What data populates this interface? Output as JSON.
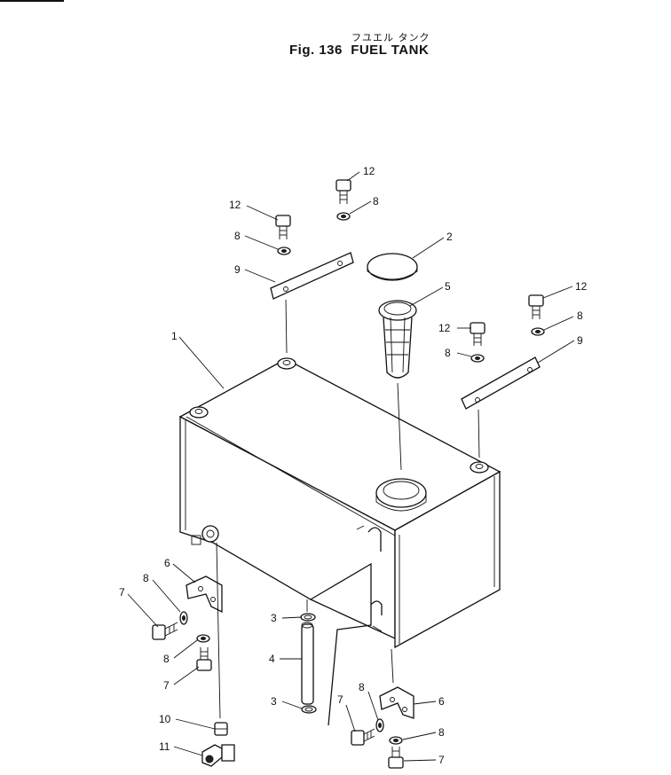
{
  "header": {
    "title_jp": "フユエル タンク",
    "title_en": "Fig. 136  FUEL TANK"
  },
  "callouts": [
    {
      "id": "c12a",
      "label": "12"
    },
    {
      "id": "c8a",
      "label": "8"
    },
    {
      "id": "c12b",
      "label": "12"
    },
    {
      "id": "c8b",
      "label": "8"
    },
    {
      "id": "c2",
      "label": "2"
    },
    {
      "id": "c9a",
      "label": "9"
    },
    {
      "id": "c5",
      "label": "5"
    },
    {
      "id": "c12c",
      "label": "12"
    },
    {
      "id": "c8c",
      "label": "8"
    },
    {
      "id": "c12d",
      "label": "12"
    },
    {
      "id": "c8d",
      "label": "8"
    },
    {
      "id": "c9b",
      "label": "9"
    },
    {
      "id": "c1",
      "label": "1"
    },
    {
      "id": "c6a",
      "label": "6"
    },
    {
      "id": "c8e",
      "label": "8"
    },
    {
      "id": "c7a",
      "label": "7"
    },
    {
      "id": "c8f",
      "label": "8"
    },
    {
      "id": "c7b",
      "label": "7"
    },
    {
      "id": "c3a",
      "label": "3"
    },
    {
      "id": "c4",
      "label": "4"
    },
    {
      "id": "c3b",
      "label": "3"
    },
    {
      "id": "c10",
      "label": "10"
    },
    {
      "id": "c11",
      "label": "11"
    },
    {
      "id": "c8g",
      "label": "8"
    },
    {
      "id": "c7c",
      "label": "7"
    },
    {
      "id": "c6b",
      "label": "6"
    },
    {
      "id": "c8h",
      "label": "8"
    },
    {
      "id": "c7d",
      "label": "7"
    }
  ]
}
